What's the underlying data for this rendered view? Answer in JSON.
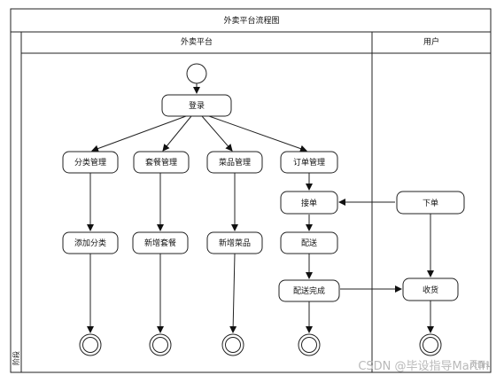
{
  "diagram": {
    "title": "外卖平台流程图",
    "lanes": {
      "platform": "外卖平台",
      "user": "用户"
    },
    "stage_label": "阶段",
    "nodes": {
      "login": "登录",
      "category_mgmt": "分类管理",
      "combo_mgmt": "套餐管理",
      "dish_mgmt": "菜品管理",
      "order_mgmt": "订单管理",
      "add_category": "添加分类",
      "add_combo": "新增套餐",
      "add_dish": "新增菜品",
      "accept_order": "接单",
      "delivery": "配送",
      "delivery_done": "配送完成",
      "place_order": "下单",
      "receive": "收货"
    },
    "watermark": "CSDN @毕设指导Martin",
    "corner_label": "页面1"
  }
}
